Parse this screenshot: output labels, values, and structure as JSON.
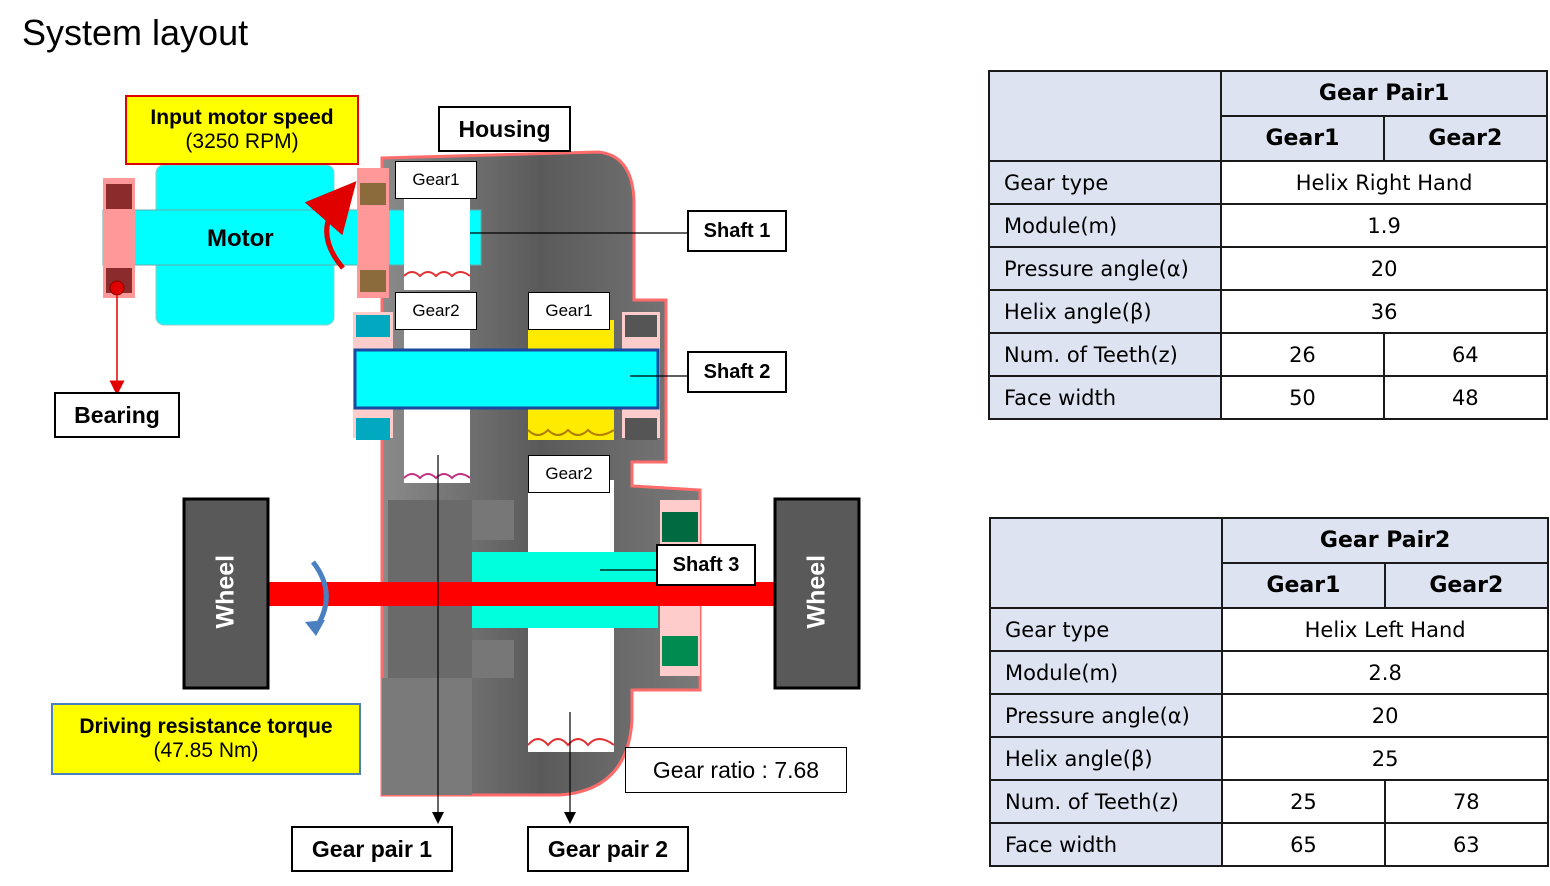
{
  "title": "System layout",
  "labels": {
    "input_motor_speed": "Input motor speed",
    "input_motor_speed_value": "(3250 RPM)",
    "housing": "Housing",
    "motor": "Motor",
    "bearing": "Bearing",
    "shaft1": "Shaft 1",
    "shaft2": "Shaft 2",
    "shaft3": "Shaft 3",
    "gear1_a": "Gear1",
    "gear2_a": "Gear2",
    "gear1_b": "Gear1",
    "gear2_b": "Gear2",
    "wheel_left": "Wheel",
    "wheel_right": "Wheel",
    "driving_resistance": "Driving resistance torque",
    "driving_resistance_value": "(47.85 Nm)",
    "gear_ratio": "Gear ratio : 7.68",
    "gear_pair1": "Gear pair 1",
    "gear_pair2": "Gear pair 2"
  },
  "table1": {
    "pair_title": "Gear Pair1",
    "col1": "Gear1",
    "col2": "Gear2",
    "rows": {
      "gear_type": {
        "label": "Gear type",
        "value": "Helix Right Hand"
      },
      "module": {
        "label": "Module(m)",
        "value": "1.9"
      },
      "pressure_angle": {
        "label": "Pressure angle(α)",
        "value": "20"
      },
      "helix_angle": {
        "label": "Helix angle(β)",
        "value": "36"
      },
      "teeth": {
        "label": "Num. of Teeth(z)",
        "gear1": "26",
        "gear2": "64"
      },
      "face_width": {
        "label": "Face width",
        "gear1": "50",
        "gear2": "48"
      }
    }
  },
  "table2": {
    "pair_title": "Gear Pair2",
    "col1": "Gear1",
    "col2": "Gear2",
    "rows": {
      "gear_type": {
        "label": "Gear type",
        "value": "Helix Left Hand"
      },
      "module": {
        "label": "Module(m)",
        "value": "2.8"
      },
      "pressure_angle": {
        "label": "Pressure angle(α)",
        "value": "20"
      },
      "helix_angle": {
        "label": "Helix angle(β)",
        "value": "25"
      },
      "teeth": {
        "label": "Num. of Teeth(z)",
        "gear1": "25",
        "gear2": "78"
      },
      "face_width": {
        "label": "Face width",
        "gear1": "65",
        "gear2": "63"
      }
    }
  },
  "colors": {
    "shaft": "#00ffff",
    "output_shaft": "#ff0000",
    "housing_fill": "#6e6e6e",
    "housing_outline": "#ff6b6b",
    "wheel": "#595959",
    "highlight": "#ffff00",
    "table_header": "#dde3f0"
  }
}
